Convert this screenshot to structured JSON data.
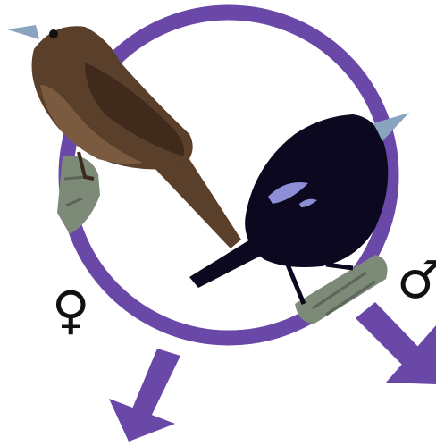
{
  "symbols": {
    "female": "♀",
    "male": "♂"
  },
  "colors": {
    "ring": "#6a48a8",
    "arrow": "#6a48a8",
    "background": "#ffffff",
    "female_bird_body": "#5a3f2a",
    "female_bird_belly": "#7a5b40",
    "male_bird_body": "#0b0820",
    "male_bird_highlight": "#8d8fd6",
    "beak": "#8aa4c0",
    "perch_bark": "#7d8a78"
  },
  "icons": {
    "ring": "circle-outline",
    "female_arrow": "arrow-down-left",
    "male_arrow": "arrow-down-right"
  }
}
